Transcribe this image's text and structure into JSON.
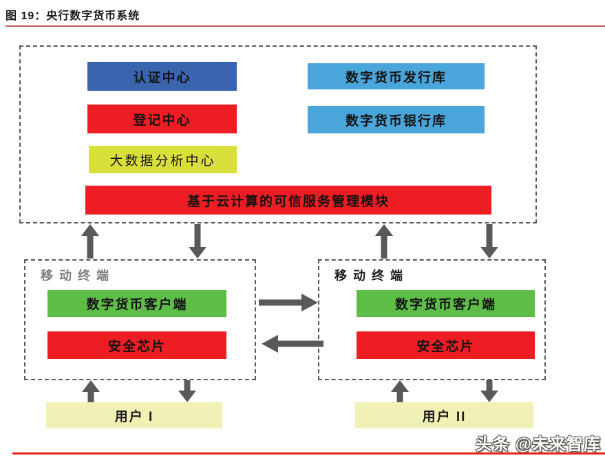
{
  "title": {
    "text": "图 19：央行数字货币系统"
  },
  "system": {
    "auth_center": "认证中心",
    "issuance_vault": "数字货币发行库",
    "registration_center": "登记中心",
    "bank_vault": "数字货币银行库",
    "big_data_center": "大数据分析中心",
    "cloud_trust_module": "基于云计算的可信服务管理模块"
  },
  "terminal_left": {
    "label": "移动终端",
    "client": "数字货币客户端",
    "chip": "安全芯片"
  },
  "terminal_right": {
    "label": "移动终端",
    "client": "数字货币客户端",
    "chip": "安全芯片"
  },
  "user_left": {
    "label": "用户 I"
  },
  "user_right": {
    "label": "用户 II"
  },
  "watermark": {
    "text": "头条 @未来智库"
  },
  "colors": {
    "dark_blue": "#3b64ae",
    "light_blue": "#4aa5db",
    "red": "#ee1d24",
    "yellow_green": "#d9e03c",
    "green": "#5dbd47",
    "pale_yellow": "#f1f1b5",
    "arrow_gray": "#58595b",
    "dashed_border": "#57585a",
    "title_underline": "#bd5f58",
    "bottom_rule": "#e8231a"
  }
}
